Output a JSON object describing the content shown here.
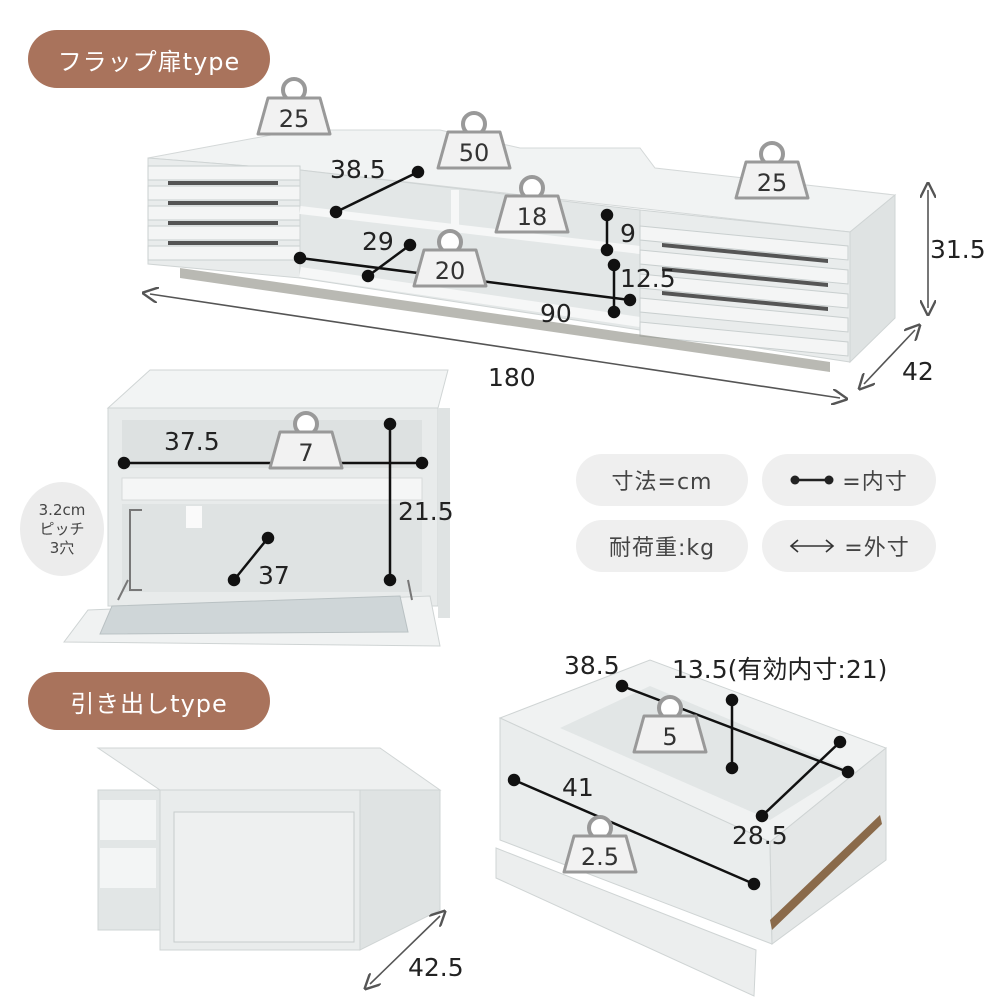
{
  "section_flap": {
    "title": "フラップ扉type"
  },
  "section_drawer": {
    "title": "引き出しtype"
  },
  "flap_unit": {
    "weights": [
      "25",
      "50",
      "18",
      "20",
      "25",
      "7"
    ],
    "dims": [
      "38.5",
      "29",
      "9",
      "12.5",
      "90",
      "31.5",
      "42",
      "180",
      "37.5",
      "21.5",
      "37"
    ]
  },
  "pitch_note": {
    "line1": "3.2cm",
    "line2": "ピッチ",
    "line3": "3穴"
  },
  "legend": {
    "units": "寸法=cm",
    "load": "耐荷重:kg",
    "inner": "=内寸",
    "outer": "=外寸"
  },
  "drawer_unit": {
    "weights": [
      "5",
      "2.5"
    ],
    "dims": [
      "38.5",
      "13.5(有効内寸:21)",
      "41",
      "28.5",
      "42.5"
    ]
  },
  "colors": {
    "accent": "#a9735c",
    "legend_bg": "#efefef",
    "furniture": "#eceff0"
  }
}
